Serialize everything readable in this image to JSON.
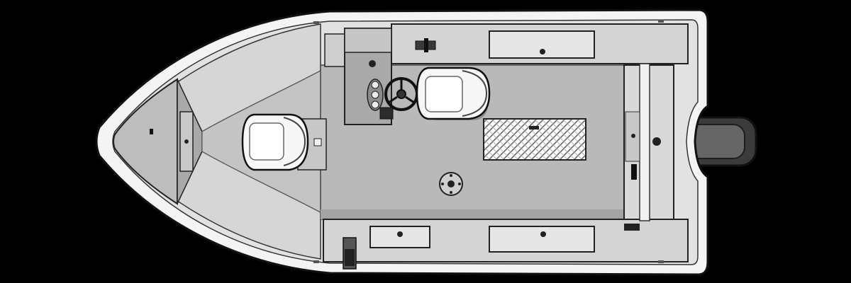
{
  "diagram": {
    "subject": "boat-top-view-layout",
    "background_color": "#000000",
    "colors": {
      "outline": "#111111",
      "hull_white": "#f4f4f4",
      "gunwale": "#e2e2e2",
      "deck": "#b9b9b9",
      "deck_shadow": "#a3a3a3",
      "compartment": "#d4d4d4",
      "seat": "#f7f7f7",
      "seat_shadow": "#8f8f8f",
      "motor_dark": "#3b3b3b",
      "motor_mid": "#666666"
    },
    "components": [
      "bow-deck",
      "bow-hatch",
      "front-seat",
      "console",
      "steering-wheel",
      "gauges",
      "driver-seat",
      "diamond-plate-hatch",
      "floor-drain",
      "port-storage-locker",
      "starboard-storage-lockers",
      "transom-well",
      "outboard-motor",
      "cleat"
    ],
    "icons": {
      "steering_wheel": "steering-wheel-icon",
      "seat": "seat-icon",
      "motor": "outboard-motor-icon",
      "drain": "drain-icon"
    }
  }
}
